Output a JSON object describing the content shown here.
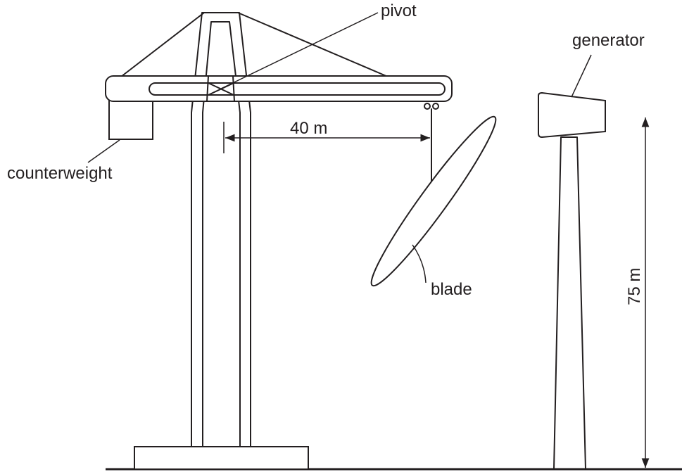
{
  "labels": {
    "pivot": "pivot",
    "generator": "generator",
    "counterweight": "counterweight",
    "blade": "blade",
    "arm_distance": "40 m",
    "tower_height": "75 m"
  }
}
